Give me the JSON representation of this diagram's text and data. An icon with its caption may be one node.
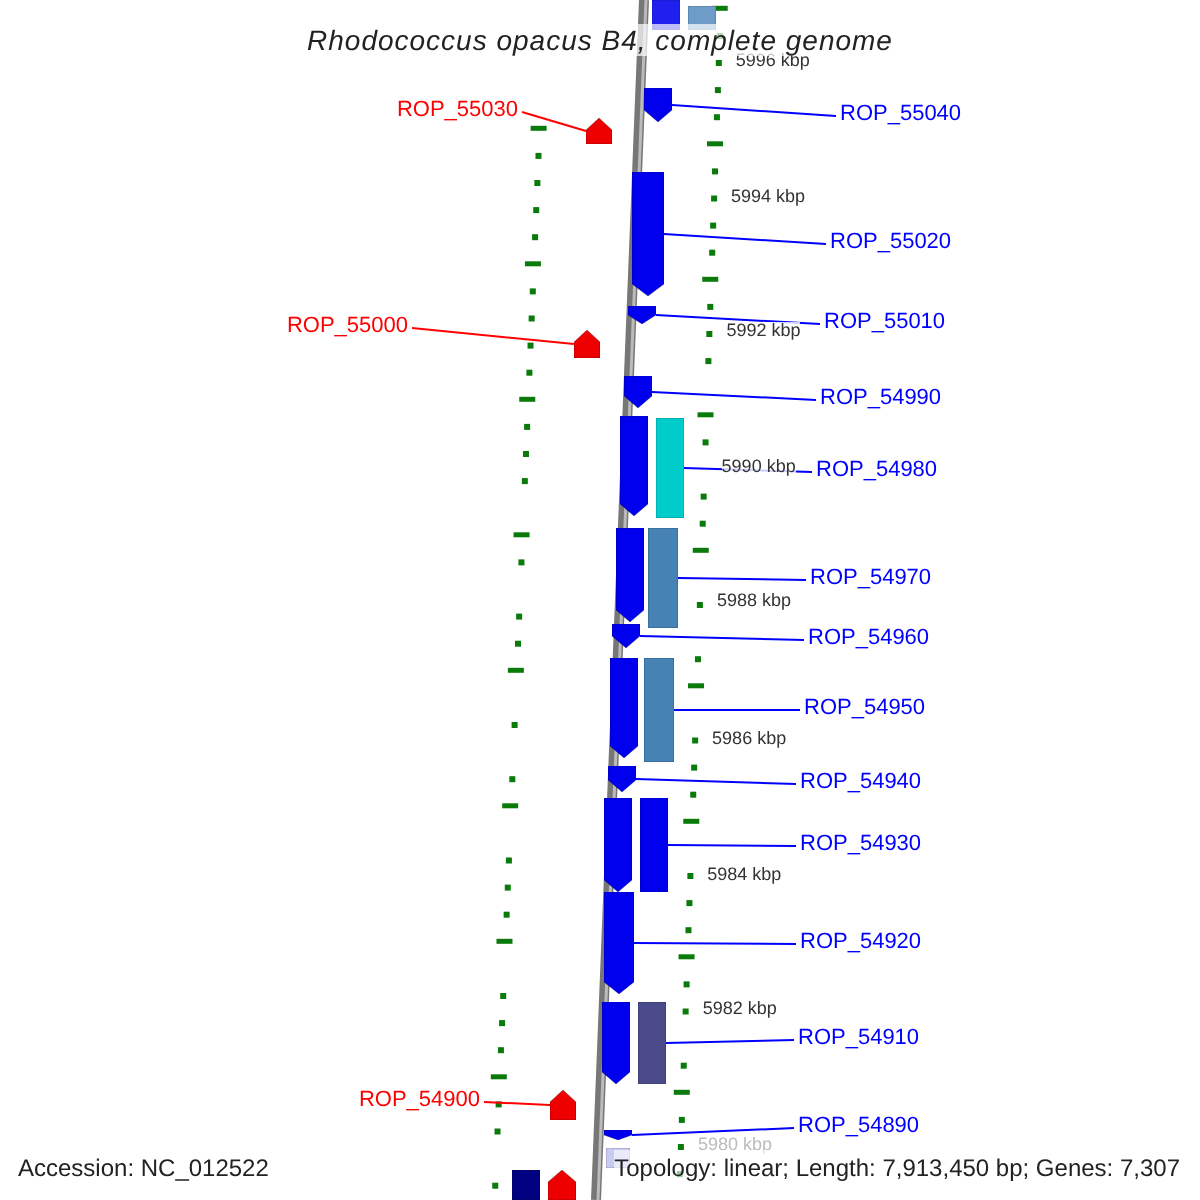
{
  "diagram": {
    "title": "Rhodococcus opacus B4, complete genome",
    "nodes": [
      {
        "text": [
          "ROP_55030"
        ]
      },
      {
        "text": [
          "ROP_55040"
        ]
      },
      {
        "text": [
          "ROP_55020"
        ]
      },
      {
        "text": [
          "ROP_55000"
        ]
      },
      {
        "text": [
          "ROP_55010"
        ]
      },
      {
        "text": [
          "ROP_54990"
        ]
      },
      {
        "text": [
          "ROP_54980"
        ]
      },
      {
        "text": [
          "ROP_54970"
        ]
      },
      {
        "text": [
          "ROP_54960"
        ]
      },
      {
        "text": [
          "ROP_54950"
        ]
      },
      {
        "text": [
          "ROP_54940"
        ]
      },
      {
        "text": [
          "ROP_54930"
        ]
      },
      {
        "text": [
          "ROP_54920"
        ]
      },
      {
        "text": [
          "ROP_54910"
        ]
      },
      {
        "text": [
          "ROP_54900"
        ]
      },
      {
        "text": [
          "ROP_54890"
        ]
      },
      {
        "text": [],
        "shape": "pentagon"
      },
      {
        "text": [],
        "shape": "pentagon"
      },
      {
        "text": [],
        "shape": "pentagon"
      },
      {
        "text": [],
        "shape": "pentagon"
      },
      {
        "text": [],
        "shape": "pentagon"
      },
      {
        "text": [],
        "shape": "pentagon"
      },
      {
        "text": [],
        "shape": "bar"
      },
      {
        "text": [],
        "shape": "bar"
      },
      {
        "text": [],
        "shape": "pentagon"
      },
      {
        "text": [],
        "shape": "bar"
      },
      {
        "text": [],
        "shape": "pentagon"
      },
      {
        "text": [],
        "shape": "bar"
      },
      {
        "text": [],
        "shape": "pentagon"
      },
      {
        "text": [],
        "shape": "bar"
      },
      {
        "text": [],
        "shape": "pentagon"
      },
      {
        "text": [],
        "shape": "pentagon"
      },
      {
        "text": [],
        "shape": "bar"
      },
      {
        "text": [],
        "shape": "bar"
      },
      {
        "text": [],
        "shape": "pentagon"
      },
      {
        "text": [],
        "shape": "pentagon"
      },
      {
        "text": [],
        "shape": "pentagon"
      },
      {
        "text": [],
        "shape": "pentagon"
      },
      {
        "text": [],
        "shape": "pentagon"
      },
      {
        "text": [],
        "shape": "bar"
      },
      {
        "text": [],
        "shape": "bar"
      },
      {
        "text": [],
        "shape": "pentagon"
      }
    ],
    "edges": [
      {
        "from": 0,
        "to": 16,
        "arrow": "none",
        "color": "#ff0000"
      },
      {
        "from": 1,
        "to": 17,
        "arrow": "none"
      },
      {
        "from": 2,
        "to": 18,
        "arrow": "none"
      },
      {
        "from": 3,
        "to": 19,
        "arrow": "none",
        "color": "#ff0000"
      },
      {
        "from": 4,
        "to": 20,
        "arrow": "none"
      },
      {
        "from": 5,
        "to": 21,
        "arrow": "none"
      },
      {
        "from": 6,
        "to": 22,
        "arrow": "none"
      },
      {
        "from": 7,
        "to": 23,
        "arrow": "none"
      },
      {
        "from": 8,
        "to": 24,
        "arrow": "none"
      },
      {
        "from": 9,
        "to": 25,
        "arrow": "none"
      },
      {
        "from": 10,
        "to": 26,
        "arrow": "none"
      },
      {
        "from": 11,
        "to": 27,
        "arrow": "none"
      },
      {
        "from": 12,
        "to": 28,
        "arrow": "none"
      },
      {
        "from": 13,
        "to": 29,
        "arrow": "none"
      },
      {
        "from": 14,
        "to": 30,
        "arrow": "none",
        "color": "#ff0000"
      },
      {
        "from": 15,
        "to": 31,
        "arrow": "none"
      }
    ],
    "labels": [
      "5996 kbp",
      "5994 kbp",
      "5992 kbp",
      "5990 kbp",
      "5988 kbp",
      "5986 kbp",
      "5984 kbp",
      "5982 kbp",
      "5980 kbp",
      "Accession: NC_012522",
      "Topology: linear; Length: 7,913,450 bp; Genes: 7,307"
    ]
  }
}
